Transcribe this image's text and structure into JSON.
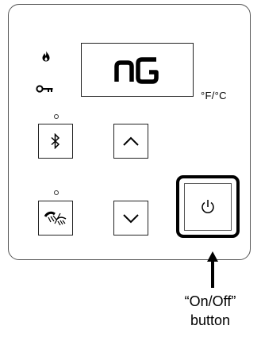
{
  "display": {
    "code": "nG",
    "unit_label": "°F/°C"
  },
  "indicators": [
    "flame-icon",
    "key-icon"
  ],
  "buttons": {
    "bluetooth": {
      "icon": "bluetooth-icon"
    },
    "up": {
      "icon": "chevron-up-icon"
    },
    "spray": {
      "icon": "spray-icon"
    },
    "down": {
      "icon": "chevron-down-icon"
    },
    "power": {
      "icon": "power-icon"
    }
  },
  "callout": {
    "line1": "“On/Off”",
    "line2": "button"
  }
}
